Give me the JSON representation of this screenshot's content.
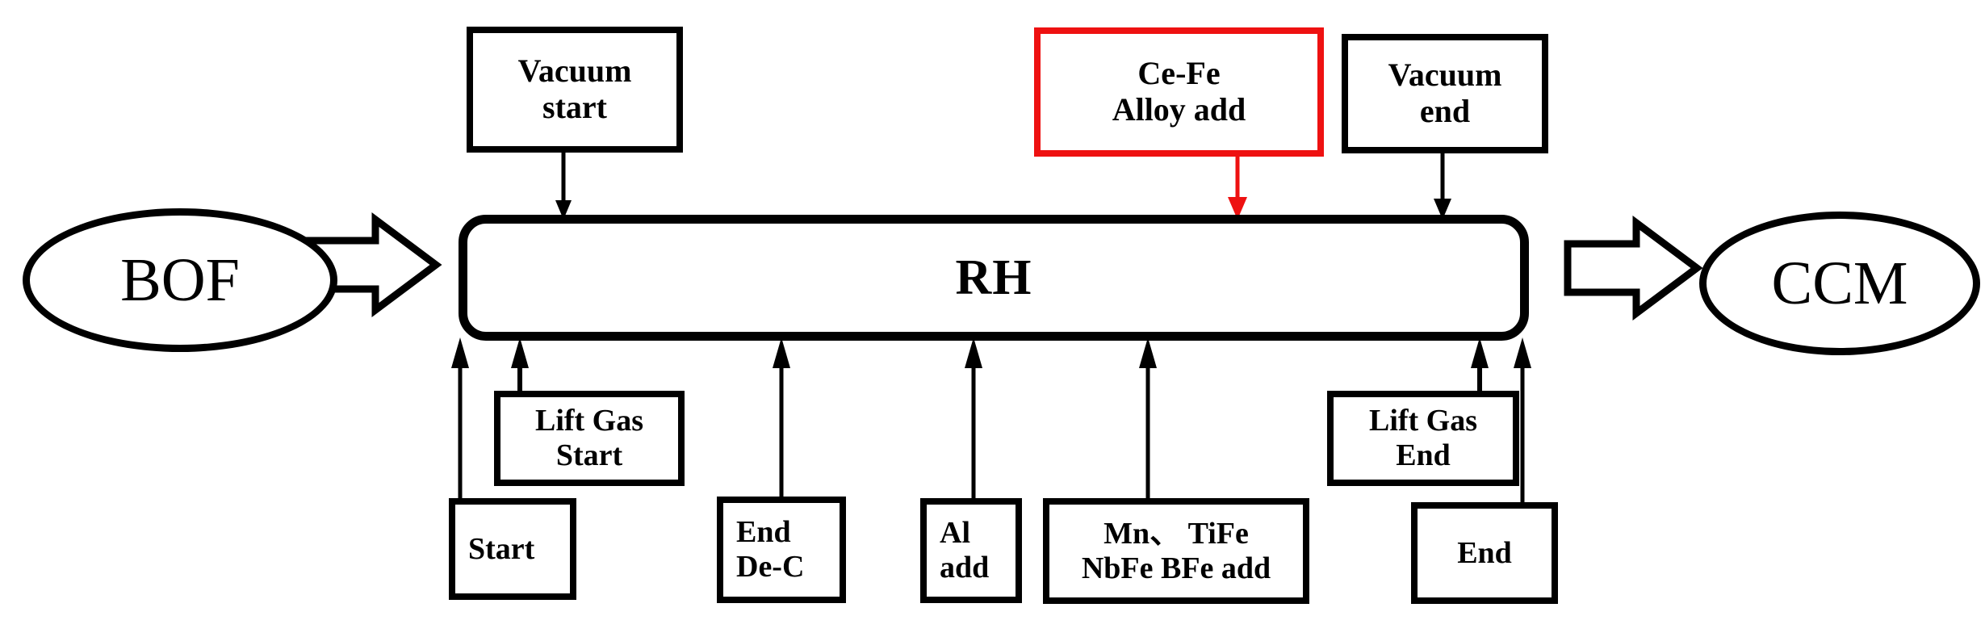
{
  "diagram": {
    "title": "RH refining process timeline flow",
    "colors": {
      "stroke": "#000000",
      "highlight": "#ee1111",
      "background": "#ffffff"
    },
    "terminals": [
      {
        "id": "bof",
        "label": "BOF"
      },
      {
        "id": "ccm",
        "label": "CCM"
      }
    ],
    "process": {
      "label": "RH"
    },
    "flow_arrows": [
      {
        "id": "bof-to-rh",
        "direction": "right"
      },
      {
        "id": "rh-to-ccm",
        "direction": "right"
      }
    ],
    "top_events": [
      {
        "id": "vacuum-start",
        "lines": [
          "Vacuum",
          "start"
        ],
        "highlight": false,
        "arrow_color": "#000000"
      },
      {
        "id": "ce-fe-alloy-add",
        "lines": [
          "Ce-Fe",
          "Alloy add"
        ],
        "highlight": true,
        "arrow_color": "#ee1111"
      },
      {
        "id": "vacuum-end",
        "lines": [
          "Vacuum",
          "end"
        ],
        "highlight": false,
        "arrow_color": "#000000"
      }
    ],
    "bottom_events": [
      {
        "id": "start",
        "lines": [
          "Start"
        ],
        "align": "left"
      },
      {
        "id": "lift-gas-start",
        "lines": [
          "Lift Gas",
          "Start"
        ],
        "align": "center"
      },
      {
        "id": "end-de-c",
        "lines": [
          "End",
          "De-C"
        ],
        "align": "left"
      },
      {
        "id": "al-add",
        "lines": [
          "Al",
          "add"
        ],
        "align": "left"
      },
      {
        "id": "mn-tife-nbfe-bfe-add",
        "lines": [
          "Mn、 TiFe",
          "NbFe BFe add"
        ],
        "align": "center"
      },
      {
        "id": "lift-gas-end",
        "lines": [
          "Lift Gas",
          "End"
        ],
        "align": "center"
      },
      {
        "id": "end",
        "lines": [
          "End"
        ],
        "align": "center"
      }
    ]
  }
}
